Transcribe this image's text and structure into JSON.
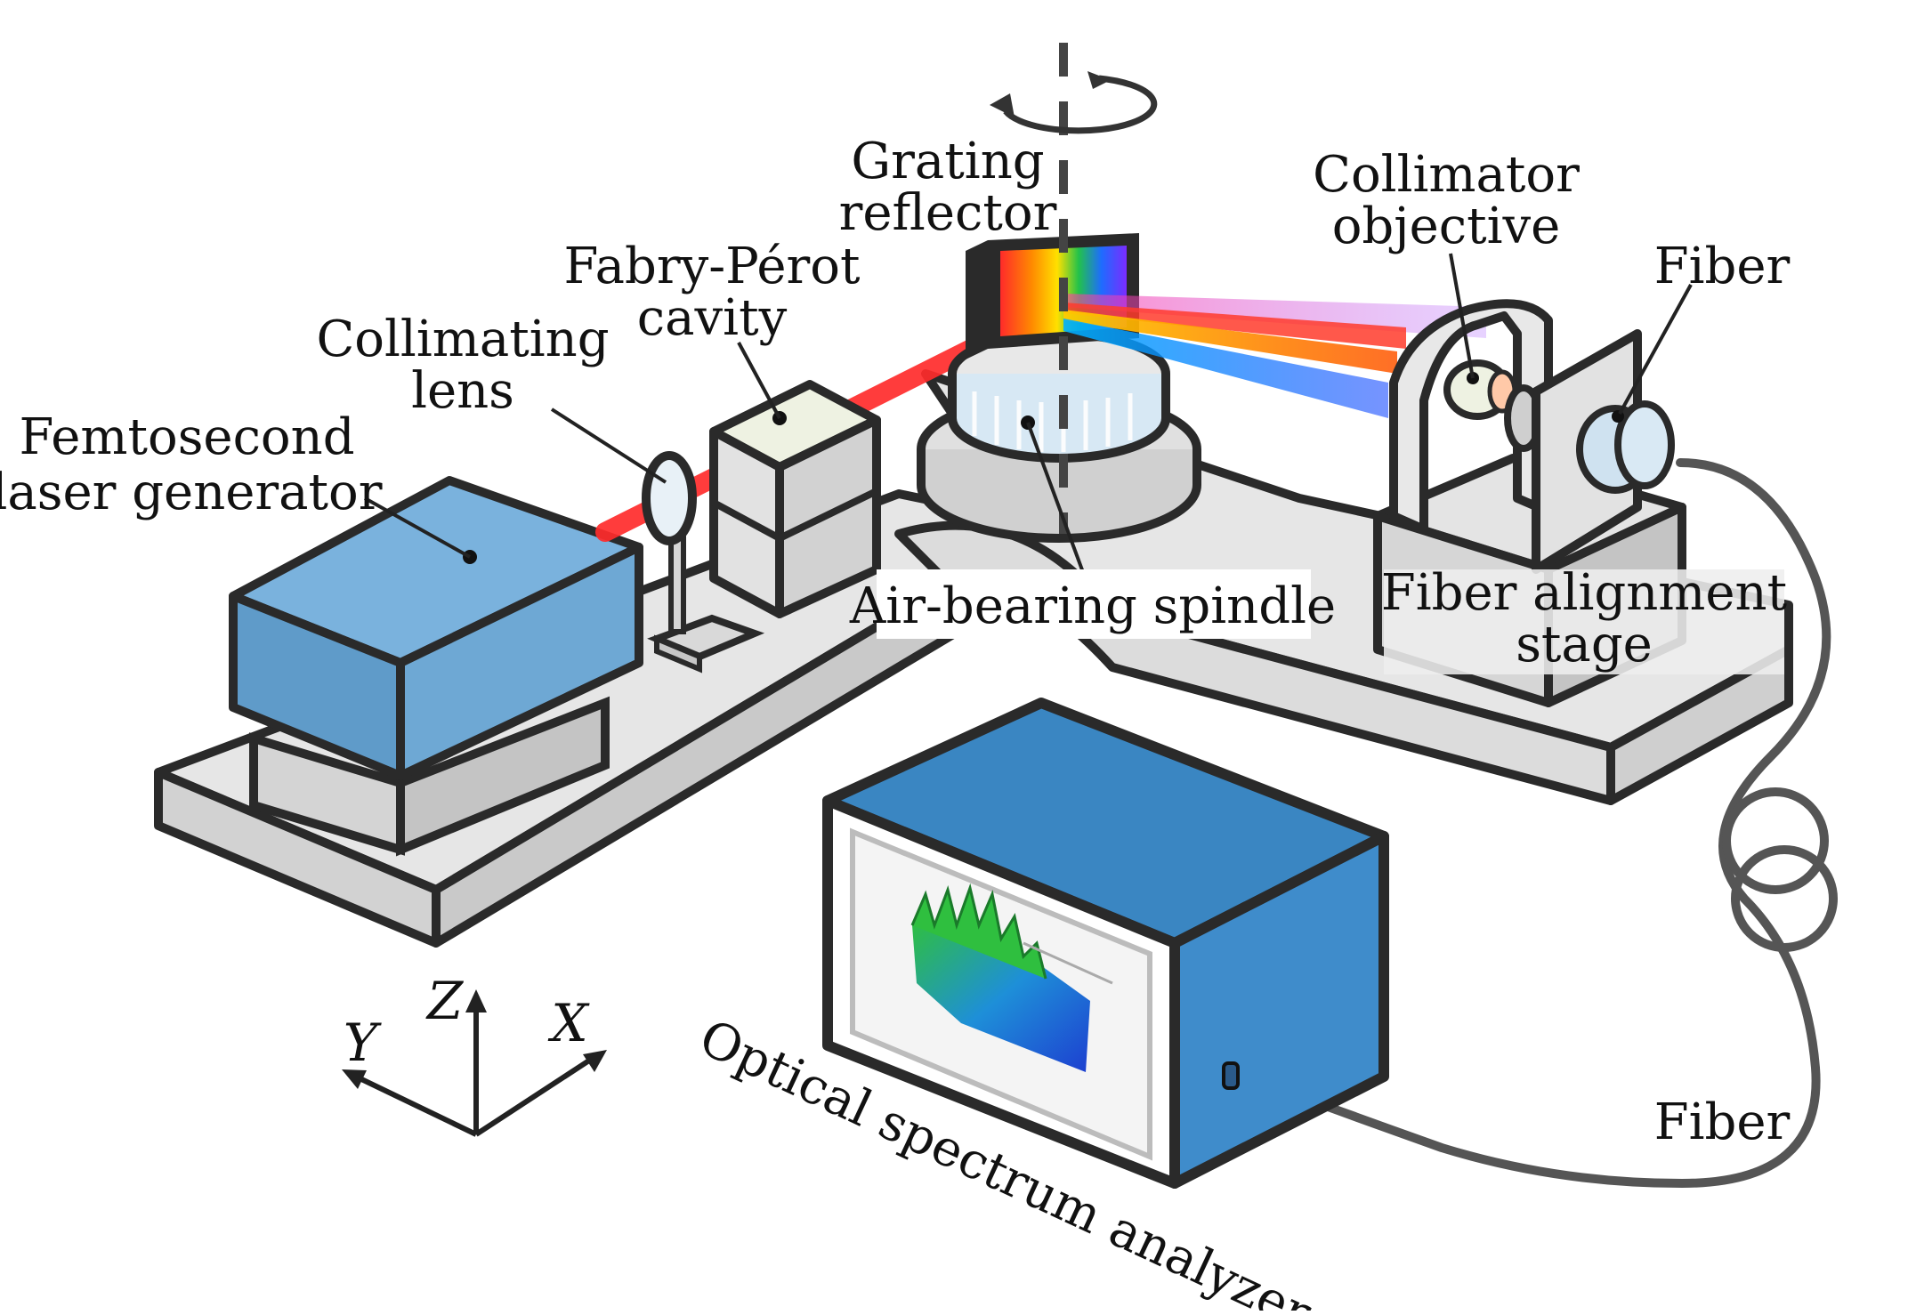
{
  "labels": {
    "femtosecond": [
      "Femtosecond",
      "laser generator"
    ],
    "collimating_lens": [
      "Collimating",
      "lens"
    ],
    "fabry_perot": [
      "Fabry-Pérot",
      "cavity"
    ],
    "grating": [
      "Grating",
      "reflector"
    ],
    "collimator": [
      "Collimator",
      "objective"
    ],
    "fiber_top": "Fiber",
    "air_bearing": "Air-bearing spindle",
    "fiber_alignment": [
      "Fiber alignment",
      "stage"
    ],
    "osa": "Optical spectrum analyzer",
    "fiber_bottom": "Fiber"
  },
  "axes": {
    "z": "Z",
    "y": "Y",
    "x": "X"
  },
  "colors": {
    "outline": "#2a2a2a",
    "table": "#e6e6e6",
    "table_dark": "#cfcfcf",
    "laser_box": "#6fa7d2",
    "osa_box": "#3a86c2",
    "beam": "#ff2b2b",
    "fabry_top": "#eef2e2",
    "spindle": "#d7e8f4"
  },
  "icons": [
    "rotation-arrow-icon",
    "axis-triad-icon",
    "fiber-coil-icon"
  ]
}
